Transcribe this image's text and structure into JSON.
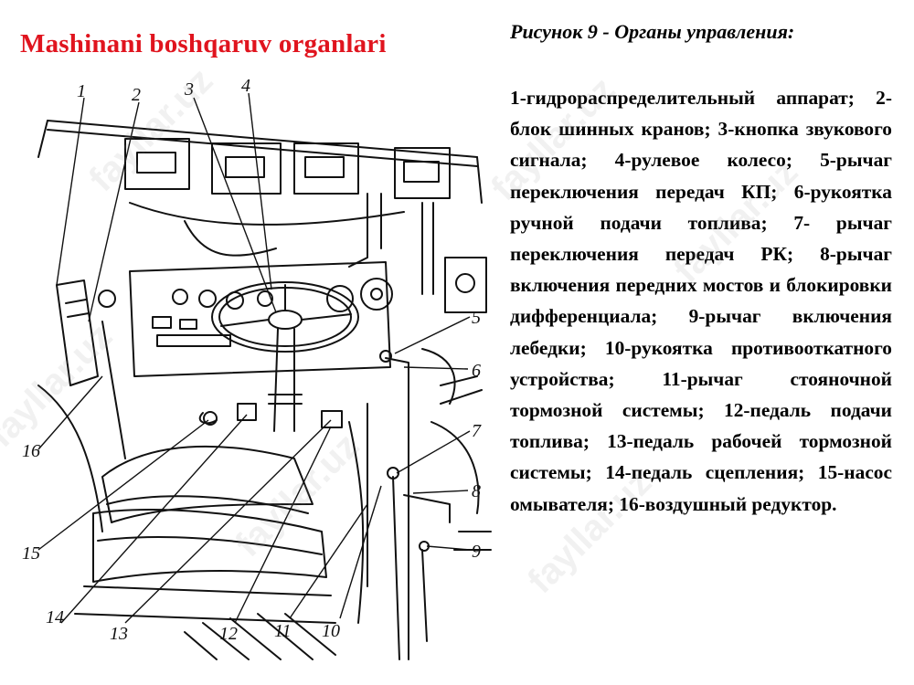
{
  "slide": {
    "title": "Mashinani boshqaruv organlari"
  },
  "caption": {
    "heading": "Рисунок 9 - Органы управления:",
    "body": "1-гидрораспределительный аппарат; 2-блок шинных кранов; 3-кнопка звукового сигнала; 4-рулевое колесо; 5-рычаг переключения передач КП; 6-рукоятка ручной подачи топлива; 7- рычаг переключения передач РК; 8-рычаг включения передних мостов и блокировки дифференциала; 9-рычаг включения лебедки; 10-рукоятка противооткатного устройства; 11-рычаг стояночной тормозной системы; 12-педаль подачи топлива; 13-педаль рабочей тормозной системы; 14-педаль сцепления; 15-насос омывателя; 16-воздушный редуктор."
  },
  "figure": {
    "callouts": [
      "1",
      "2",
      "3",
      "4",
      "5",
      "6",
      "7",
      "8",
      "9",
      "10",
      "11",
      "12",
      "13",
      "14",
      "15",
      "16"
    ]
  },
  "watermark": {
    "text": "fayllar.uz"
  },
  "colors": {
    "title": "#e0141e",
    "ink": "#111111",
    "background": "#ffffff"
  }
}
